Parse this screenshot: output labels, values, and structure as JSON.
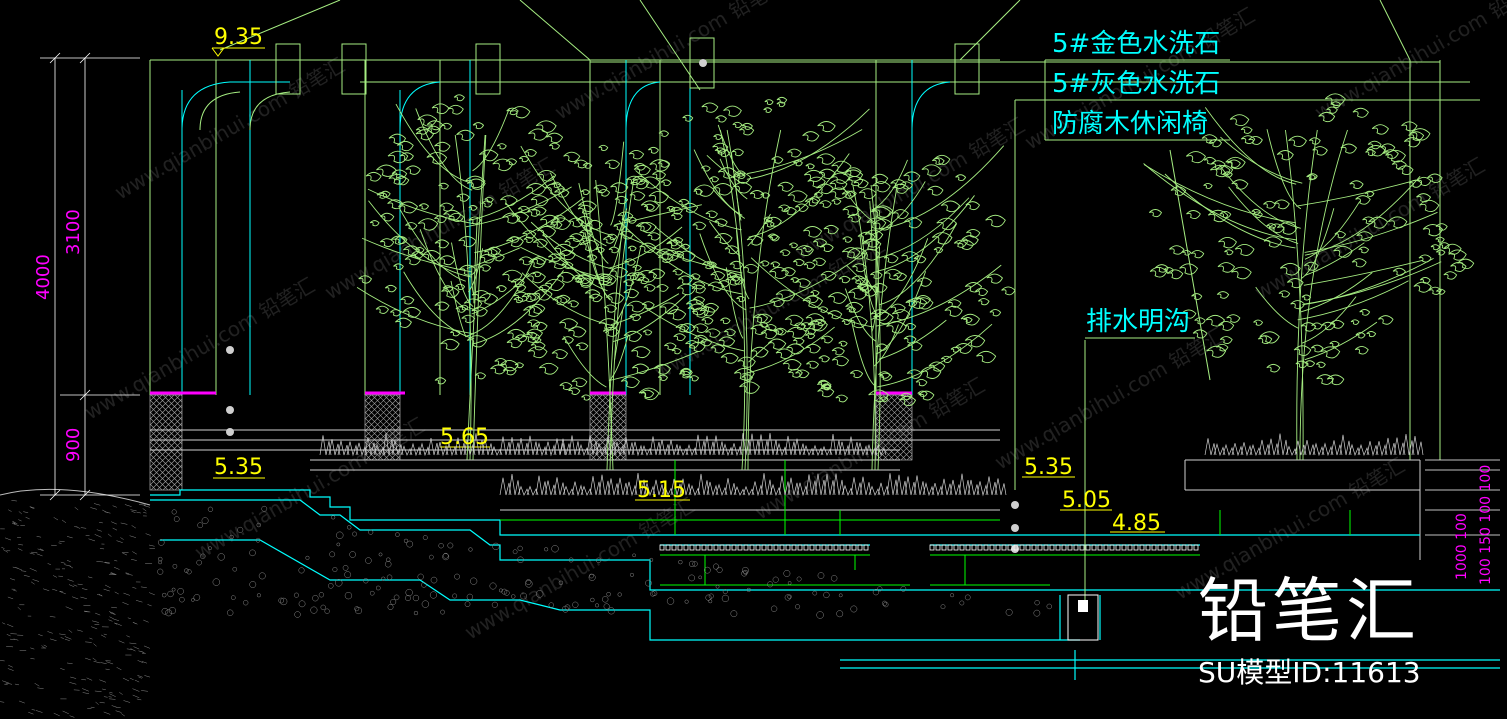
{
  "labels": {
    "material_1": "5#金色水洗石",
    "material_2": "5#灰色水洗石",
    "material_3": "防腐木休闲椅",
    "drain": "排水明沟"
  },
  "elevations": {
    "e935": "9.35",
    "e565": "5.65",
    "e535a": "5.35",
    "e515": "5.15",
    "e535b": "5.35",
    "e505": "5.05",
    "e485": "4.85"
  },
  "dimensions": {
    "d4000": "4000",
    "d3100": "3100",
    "d900": "900",
    "d_right_1": "1000 100",
    "d_right_2": "100 150 100 100"
  },
  "brand": {
    "name": "铅笔汇",
    "model_id": "SU模型ID:11613"
  },
  "watermark": "www.qianbihui.com 铅笔汇",
  "colors": {
    "background": "#000000",
    "cyan": "#00ffff",
    "yellow": "#ffff00",
    "magenta": "#ff00ff",
    "green": "#a6ee82",
    "bright_green": "#00ff00",
    "white": "#ffffff"
  }
}
